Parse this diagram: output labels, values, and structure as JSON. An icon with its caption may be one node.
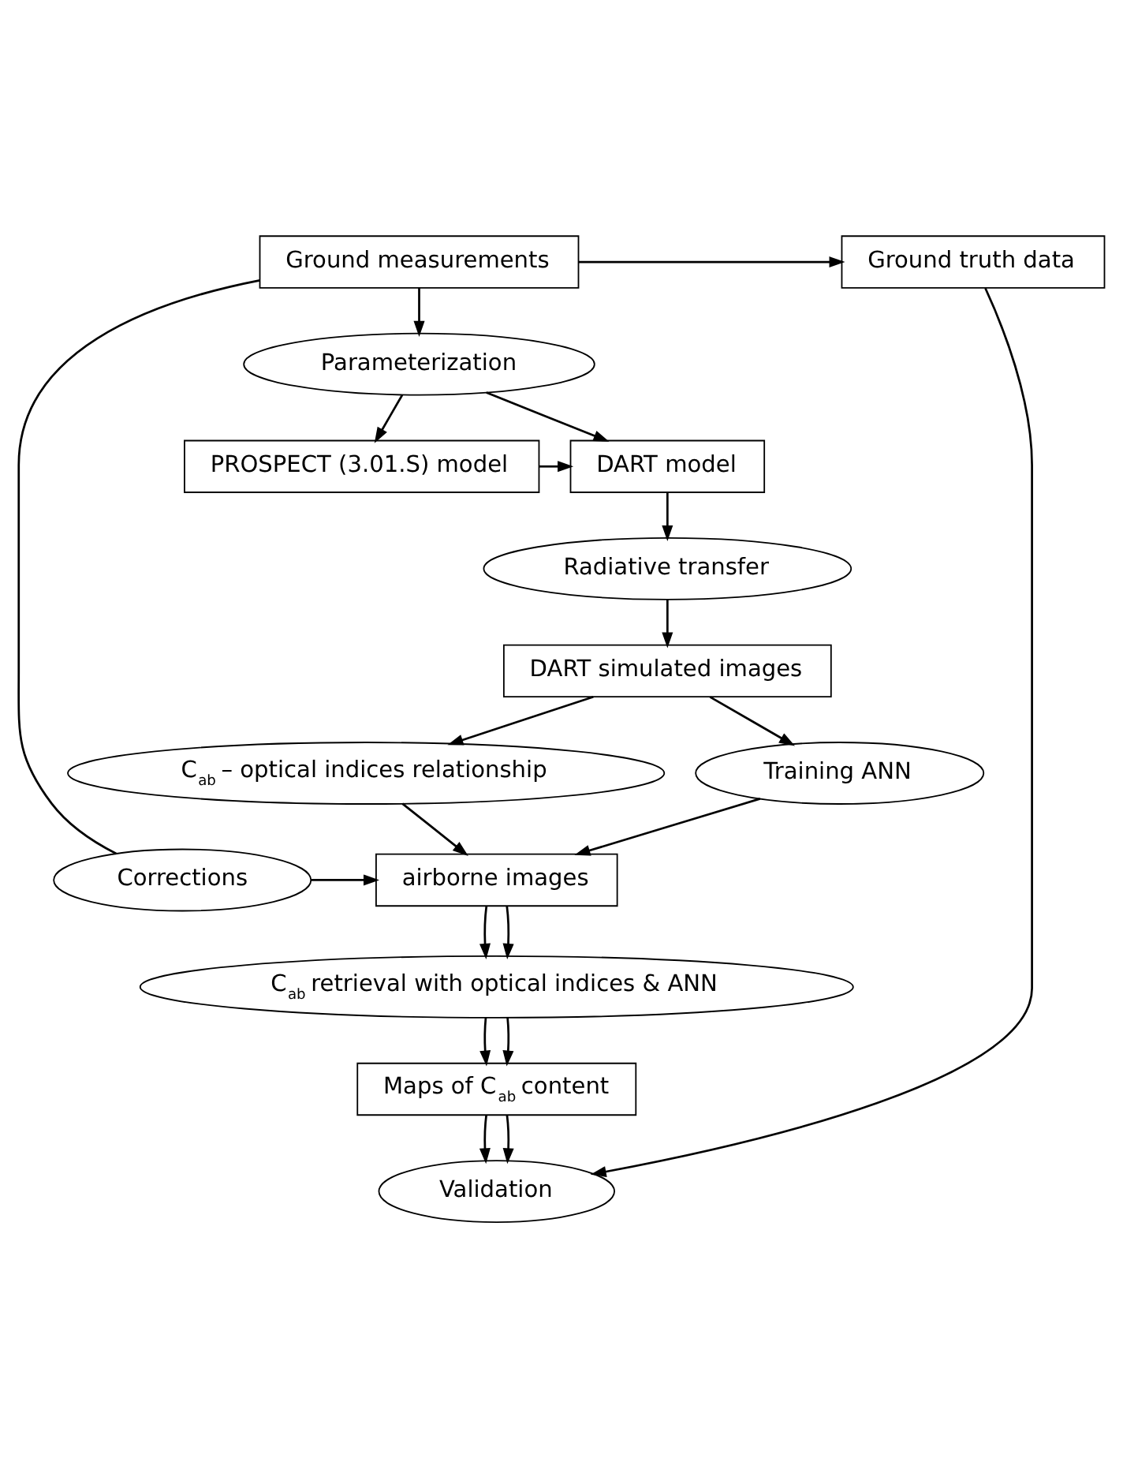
{
  "diagram": {
    "nodes": [
      {
        "text": [
          "Ground measurements"
        ]
      },
      {
        "text": [
          "Ground truth data"
        ]
      },
      {
        "text": [
          "Parameterization"
        ]
      },
      {
        "text": [
          "PROSPECT (3.01.S) model"
        ]
      },
      {
        "text": [
          "DART model"
        ]
      },
      {
        "text": [
          "Radiative transfer"
        ]
      },
      {
        "text": [
          "DART simulated images"
        ]
      },
      {
        "text": [
          "C$_{ab}$ – optical indices relationship"
        ]
      },
      {
        "text": [
          "Training ANN"
        ]
      },
      {
        "text": [
          "Corrections"
        ]
      },
      {
        "text": [
          "airborne images"
        ]
      },
      {
        "text": [
          "C$_{ab}$ retrieval with optical indices & ANN"
        ]
      },
      {
        "text": [
          "Maps of C$_{ab}$ content"
        ]
      },
      {
        "text": [
          "Validation"
        ]
      }
    ],
    "edges": [
      {
        "from": 0,
        "to": 1,
        "arrow": "to"
      },
      {
        "from": 0,
        "to": 2,
        "arrow": "to"
      },
      {
        "from": 2,
        "to": 3,
        "arrow": "to"
      },
      {
        "from": 2,
        "to": 4,
        "arrow": "to"
      },
      {
        "from": 3,
        "to": 4,
        "arrow": "to"
      },
      {
        "from": 4,
        "to": 5,
        "arrow": "to"
      },
      {
        "from": 5,
        "to": 6,
        "arrow": "to"
      },
      {
        "from": 6,
        "to": 7,
        "arrow": "to"
      },
      {
        "from": 6,
        "to": 8,
        "arrow": "to"
      },
      {
        "from": 0,
        "to": 9,
        "arrow": "none"
      },
      {
        "from": 7,
        "to": 10,
        "arrow": "to"
      },
      {
        "from": 8,
        "to": 10,
        "arrow": "to"
      },
      {
        "from": 9,
        "to": 10,
        "arrow": "to"
      },
      {
        "from": 10,
        "to": 11,
        "arrow": "to"
      },
      {
        "from": 10,
        "to": 11,
        "arrow": "to"
      },
      {
        "from": 11,
        "to": 12,
        "arrow": "to"
      },
      {
        "from": 11,
        "to": 12,
        "arrow": "to"
      },
      {
        "from": 12,
        "to": 13,
        "arrow": "to"
      },
      {
        "from": 12,
        "to": 13,
        "arrow": "to"
      },
      {
        "from": 1,
        "to": 13,
        "arrow": "to"
      }
    ]
  }
}
